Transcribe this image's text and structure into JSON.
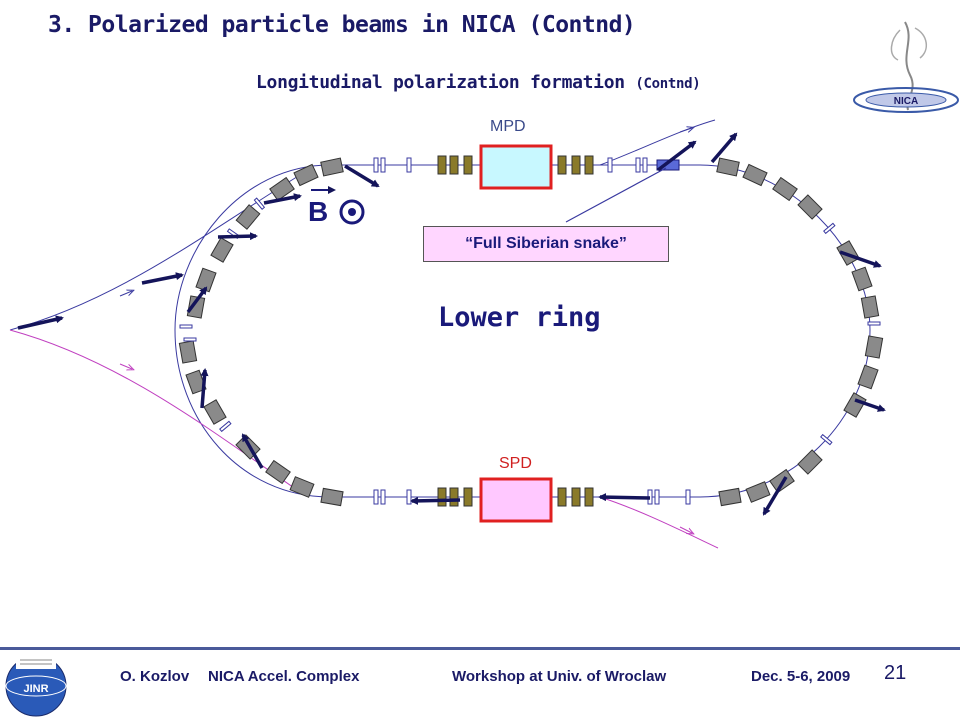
{
  "header": {
    "title": "3. Polarized particle beams in NICA (Contnd)",
    "subtitle_main": "Longitudinal polarization formation",
    "subtitle_small": "(Contnd)"
  },
  "diagram": {
    "label_mpd": "MPD",
    "label_spd": "SPD",
    "label_b": "B",
    "snake_label": "“Full Siberian snake”",
    "ring_label": "Lower ring",
    "colors": {
      "ring_line": "#3a3aa0",
      "magnet_fill": "#8a8a8a",
      "spin_arrow": "#14145a",
      "mpd_fill": "#c8f8ff",
      "spd_fill": "#ffc8ff",
      "detector_border": "#e02020",
      "quad_fill": "#8a7a2a",
      "snake_fill": "#5a6ad8"
    }
  },
  "footer": {
    "author": "O. Kozlov",
    "topic": "NICA Accel. Complex",
    "event": "Workshop at Univ. of Wroclaw",
    "date": "Dec. 5-6, 2009",
    "page": "21",
    "logo_left_text": "JINR",
    "logo_right_text": "NICA"
  }
}
